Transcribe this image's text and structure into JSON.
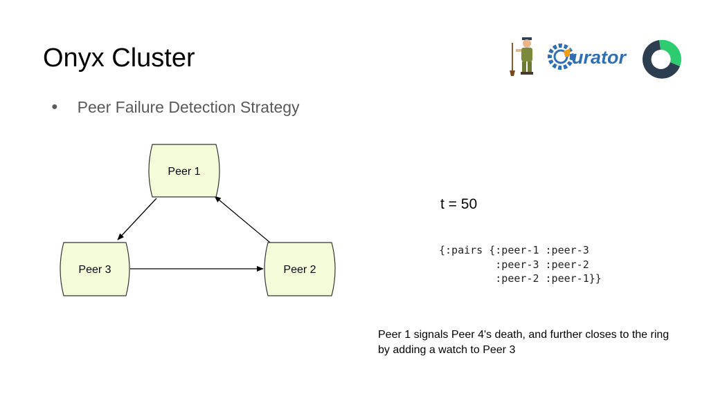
{
  "slide": {
    "title": "Onyx Cluster",
    "bullet": "Peer Failure Detection Strategy"
  },
  "logos": {
    "left_icon": "zookeeper-mascot-icon",
    "middle_text": "urator",
    "middle_icon": "curator-gear-icon",
    "right_icon": "onyx-ring-logo-icon"
  },
  "diagram": {
    "nodes": {
      "peer1": "Peer 1",
      "peer2": "Peer 2",
      "peer3": "Peer 3"
    },
    "edges": [
      {
        "from": "Peer 1",
        "to": "Peer 3"
      },
      {
        "from": "Peer 3",
        "to": "Peer 2"
      },
      {
        "from": "Peer 2",
        "to": "Peer 1"
      }
    ],
    "node_fill": "#f4fbd9",
    "node_stroke": "#333333"
  },
  "state": {
    "time_label": "t = 50",
    "code_lines": [
      "{:pairs {:peer-1 :peer-3",
      "         :peer-3 :peer-2",
      "         :peer-2 :peer-1}}"
    ]
  },
  "caption": {
    "line1": "Peer 1 signals Peer 4's death, and further closes to the ring",
    "line2": "by adding a watch to Peer 3"
  },
  "colors": {
    "onyx_green": "#2ecc71",
    "onyx_dark": "#2c3e50",
    "curator_blue": "#2f6fb3",
    "curator_orange": "#f39c12"
  }
}
